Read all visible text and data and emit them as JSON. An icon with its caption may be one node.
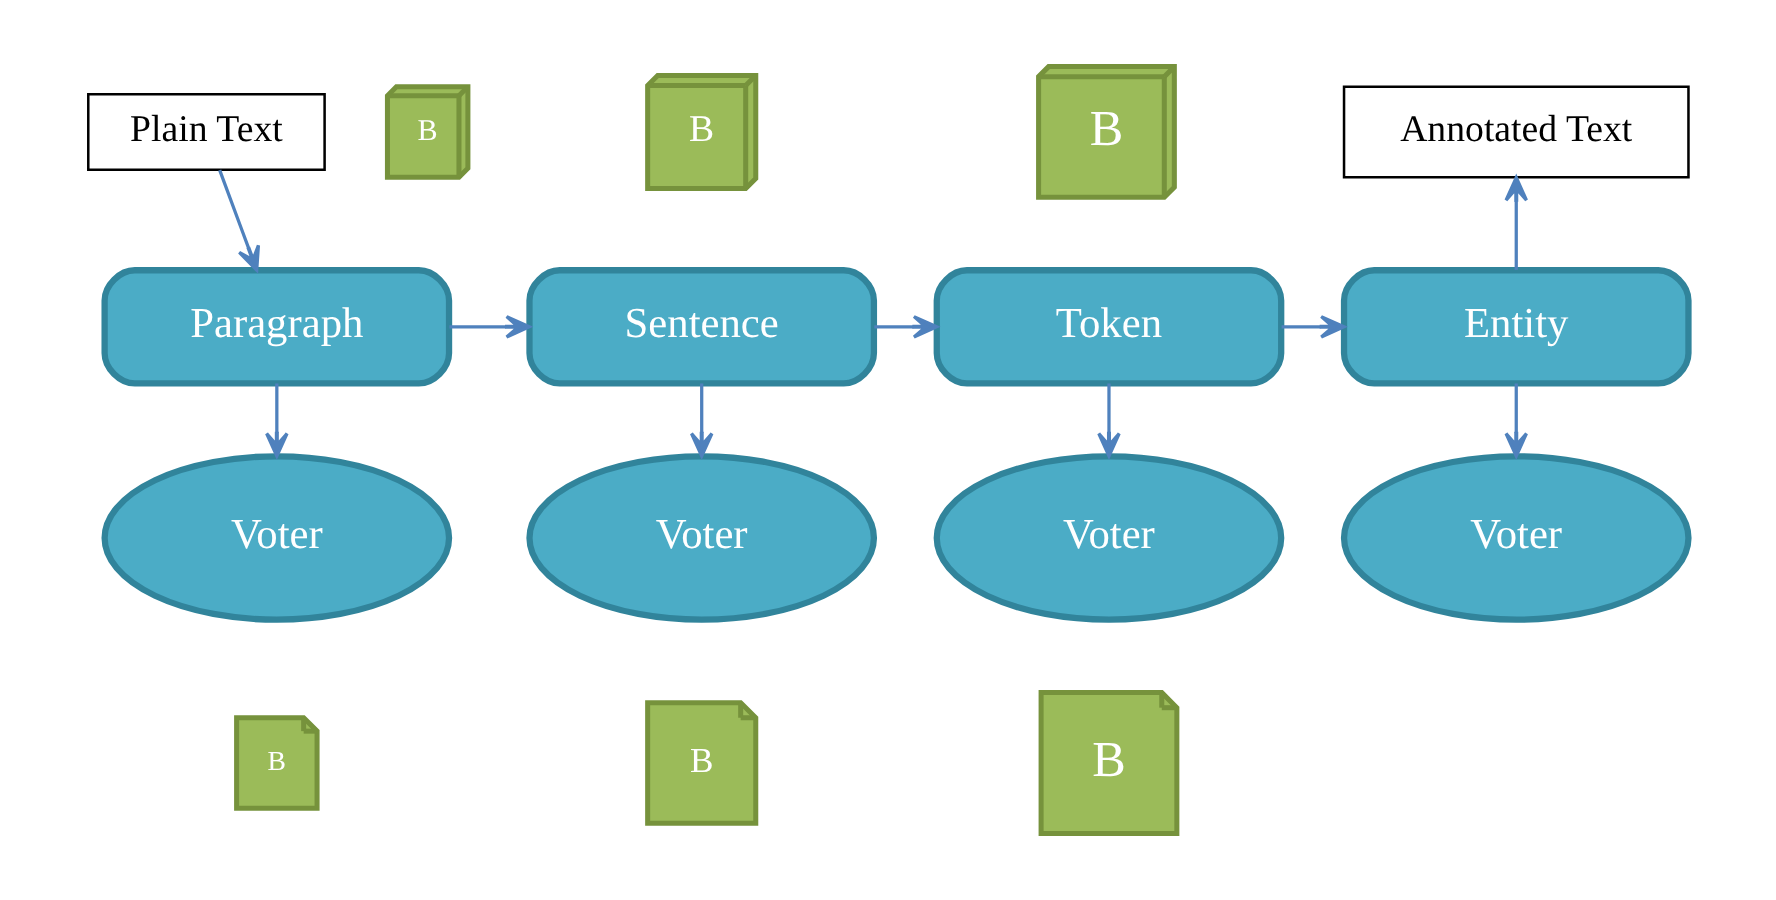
{
  "diagram": {
    "nodes": [
      {
        "text": [
          "Plain Text"
        ]
      },
      {
        "text": [
          "B"
        ]
      },
      {
        "text": [
          "B"
        ]
      },
      {
        "text": [
          "B"
        ]
      },
      {
        "text": [
          "Annotated Text"
        ]
      },
      {
        "text": [
          "Paragraph"
        ]
      },
      {
        "text": [
          "Sentence"
        ]
      },
      {
        "text": [
          "Token"
        ]
      },
      {
        "text": [
          "Entity"
        ]
      },
      {
        "text": [
          "Voter"
        ]
      },
      {
        "text": [
          "Voter"
        ]
      },
      {
        "text": [
          "Voter"
        ]
      },
      {
        "text": [
          "Voter"
        ]
      },
      {
        "text": [
          "B"
        ]
      },
      {
        "text": [
          "B"
        ]
      },
      {
        "text": [
          "B"
        ]
      }
    ],
    "edges": [
      {
        "from": 0,
        "to": 5,
        "arrow": "to"
      },
      {
        "from": 5,
        "to": 6,
        "arrow": "to"
      },
      {
        "from": 6,
        "to": 7,
        "arrow": "to"
      },
      {
        "from": 7,
        "to": 8,
        "arrow": "to"
      },
      {
        "from": 8,
        "to": 4,
        "arrow": "to"
      },
      {
        "from": 5,
        "to": 9,
        "arrow": "to"
      },
      {
        "from": 6,
        "to": 10,
        "arrow": "to"
      },
      {
        "from": 7,
        "to": 11,
        "arrow": "to"
      },
      {
        "from": 8,
        "to": 12,
        "arrow": "to"
      }
    ]
  }
}
